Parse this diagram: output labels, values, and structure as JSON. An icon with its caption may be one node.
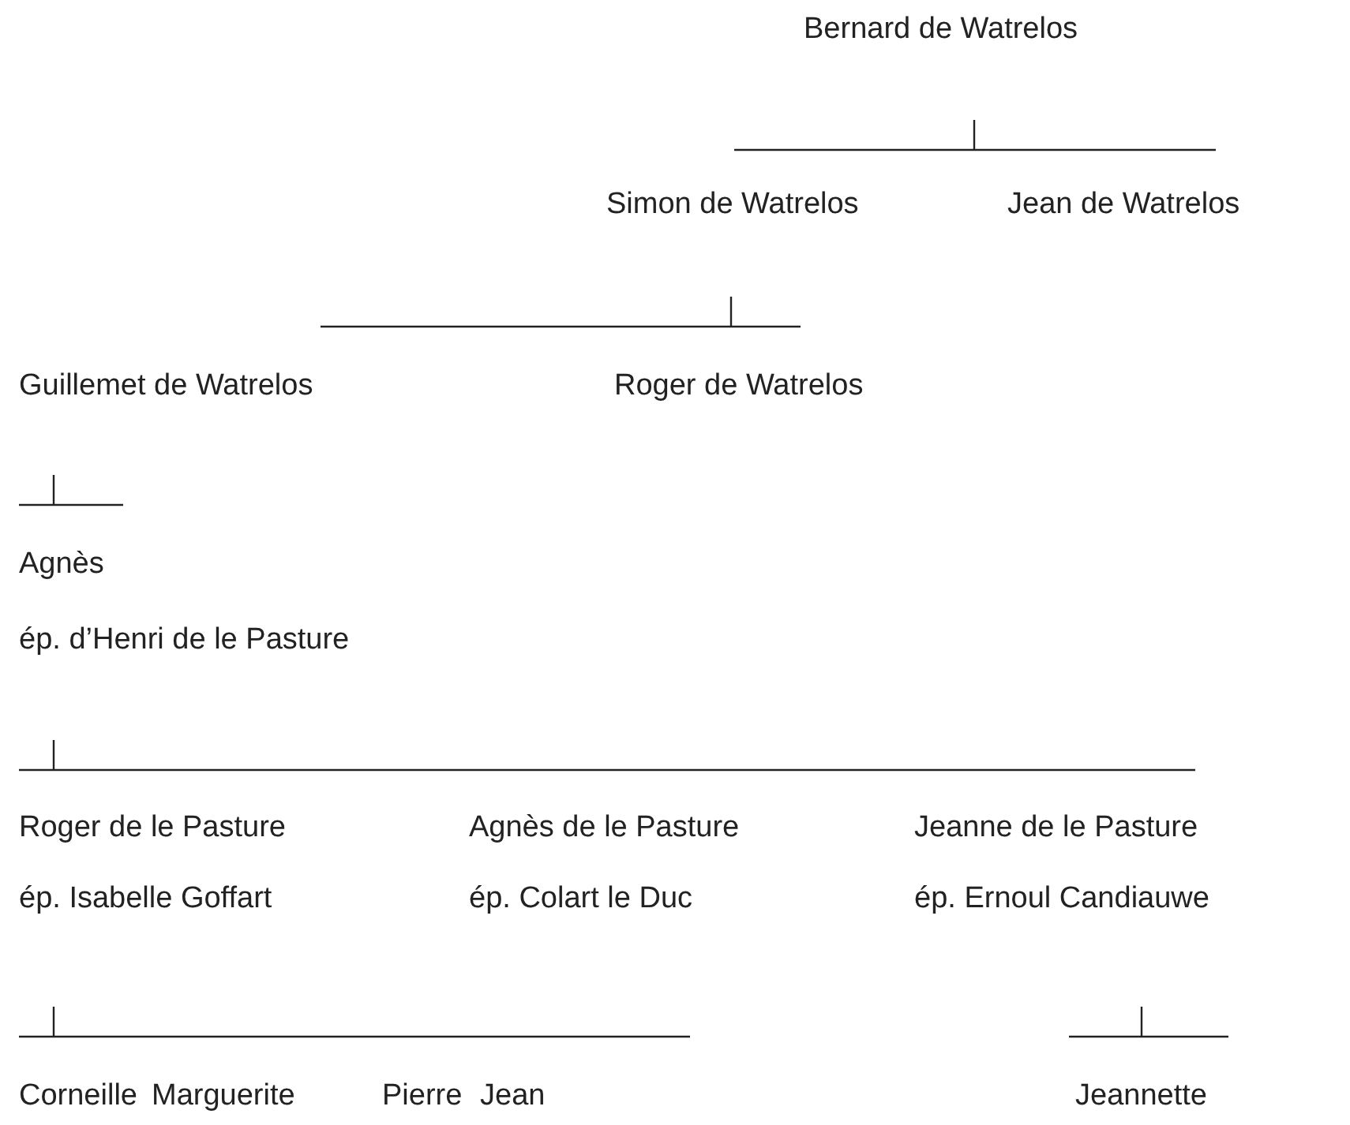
{
  "diagram": {
    "labels": [
      "Bernard de Watrelos",
      "Simon de Watrelos",
      "Jean de Watrelos",
      "Guillemet de Watrelos",
      "Roger de Watrelos",
      "Agnès",
      "ép. d’Henri de le Pasture",
      "Roger de le Pasture",
      "Agnès de le Pasture",
      "Jeanne de le Pasture",
      "ép. Isabelle Goffart",
      "ép. Colart le Duc",
      "ép. Ernoul Candiauwe",
      "Corneille",
      "Marguerite",
      "Pierre",
      "Jean",
      "Jeannette"
    ]
  }
}
